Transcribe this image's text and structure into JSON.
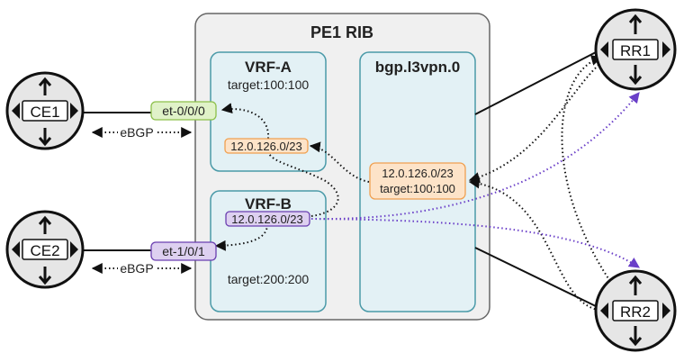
{
  "pe": {
    "title": "PE1 RIB"
  },
  "vrf_a": {
    "title": "VRF-A",
    "target": "target:100:100",
    "prefix": "12.0.126.0/23"
  },
  "vrf_b": {
    "title": "VRF-B",
    "target": "target:200:200",
    "prefix": "12.0.126.0/23"
  },
  "bgp_table": {
    "title": "bgp.l3vpn.0",
    "prefix": "12.0.126.0/23",
    "target": "target:100:100"
  },
  "interfaces": {
    "if_a": "et-0/0/0",
    "if_b": "et-1/0/1"
  },
  "sessions": {
    "ebgp_top": "eBGP",
    "ebgp_bottom": "eBGP"
  },
  "routers": {
    "ce1": "CE1",
    "ce2": "CE2",
    "rr1": "RR1",
    "rr2": "RR2"
  },
  "colors": {
    "orange_fill": "#fde3c8",
    "orange_stroke": "#f0a050",
    "purple_fill": "#ddd0f0",
    "purple_stroke": "#6a3fb0",
    "green_fill": "#e0f2c8",
    "green_stroke": "#8cc04a",
    "vrf_fill": "#e3f1f5",
    "vrf_stroke": "#4a9aa8",
    "pe_fill": "#f0f0f0",
    "arrow_purple": "#6a3fc8"
  }
}
